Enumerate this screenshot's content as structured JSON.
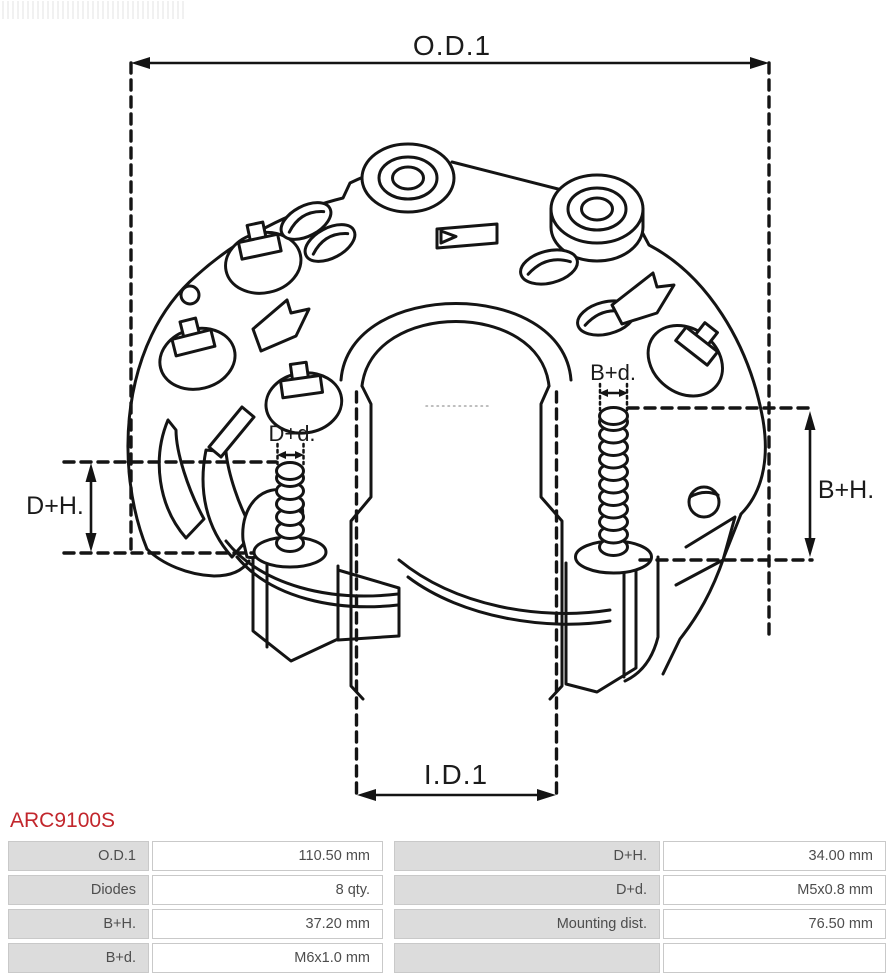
{
  "part_number": "ARC9100S",
  "colors": {
    "accent_red": "#c2262c",
    "line_color": "#141414",
    "table_label_bg": "#dcdcdc",
    "table_border": "#c9c9c9",
    "table_text": "#4d4d4d"
  },
  "diagram": {
    "dim_labels": {
      "od1": "O.D.1",
      "id1": "I.D.1",
      "dplus_h": "D+H.",
      "bplus_h": "B+H.",
      "dplus_d": "D+d.",
      "bplus_d": "B+d."
    }
  },
  "table": {
    "rows": [
      {
        "l1": "O.D.1",
        "v1": "110.50 mm",
        "l2": "D+H.",
        "v2": "34.00 mm"
      },
      {
        "l1": "Diodes",
        "v1": "8 qty.",
        "l2": "D+d.",
        "v2": "M5x0.8 mm"
      },
      {
        "l1": "B+H.",
        "v1": "37.20 mm",
        "l2": "Mounting dist.",
        "v2": "76.50 mm"
      },
      {
        "l1": "B+d.",
        "v1": "M6x1.0 mm",
        "l2": "",
        "v2": ""
      }
    ]
  }
}
